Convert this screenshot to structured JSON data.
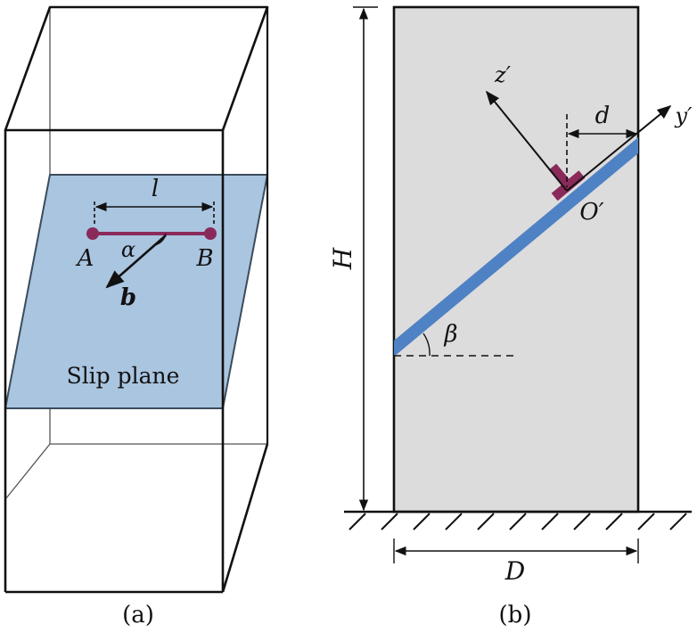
{
  "panel_a": {
    "caption": "(a)",
    "slip_plane_label": "Slip plane",
    "length_label": "l",
    "point_a_label": "A",
    "point_b_label": "B",
    "angle_label": "α",
    "burgers_label": "b"
  },
  "panel_b": {
    "caption": "(b)",
    "height_label": "H",
    "width_label": "D",
    "distance_label": "d",
    "angle_label": "β",
    "axis_z_label": "z′",
    "axis_y_label": "y′",
    "origin_label": "O′"
  },
  "colors": {
    "plane_fill": "#a9c5e0",
    "plane_stroke": "#3b4b5c",
    "dislocation": "#8a2a5a",
    "slip_band": "#4f82c4",
    "box_fill": "#dcdcdc",
    "line": "#111111"
  }
}
